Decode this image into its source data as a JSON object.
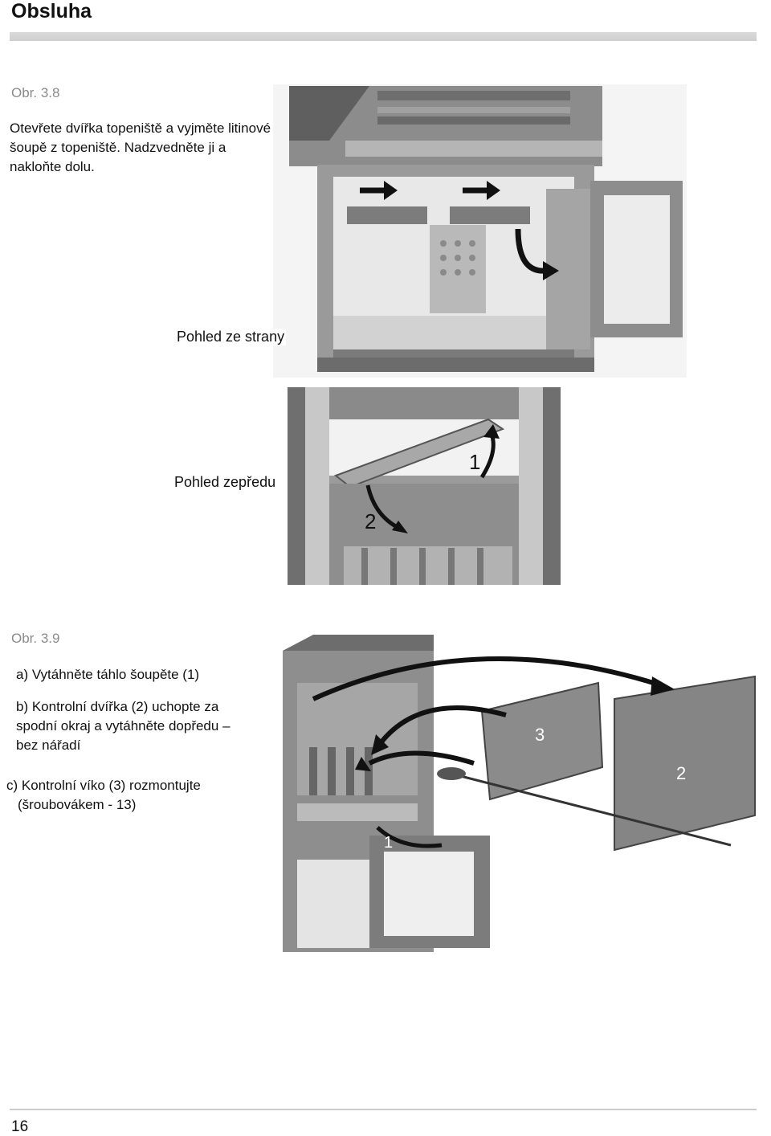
{
  "header": {
    "title": "Obsluha"
  },
  "figure_3_8": {
    "label": "Obr. 3.8",
    "instruction_lines": [
      "Otevřete dvířka topeniště a vyjměte litinové",
      "šoupě z topeniště. Nadzvedněte ji a",
      "nakloňte dolu."
    ],
    "side_view_label": "Pohled ze strany",
    "front_view_label": "Pohled zepředu",
    "arrow_labels": [
      "1",
      "2"
    ]
  },
  "figure_3_9": {
    "label": "Obr. 3.9",
    "step_a": "a) Vytáhněte táhlo šoupěte (1)",
    "step_b_lines": [
      "b) Kontrolní dvířka (2) uchopte za",
      "spodní okraj a vytáhněte dopředu –",
      "bez nářadí"
    ],
    "step_c_lines": [
      "c) Kontrolní víko (3) rozmontujte",
      "(šroubovákem - 13)"
    ],
    "callouts": [
      "3",
      "2",
      "1"
    ]
  },
  "footer": {
    "page_number": "16"
  },
  "colors": {
    "rule": "#cfcfcf",
    "figure_label": "#8a8a8a"
  }
}
